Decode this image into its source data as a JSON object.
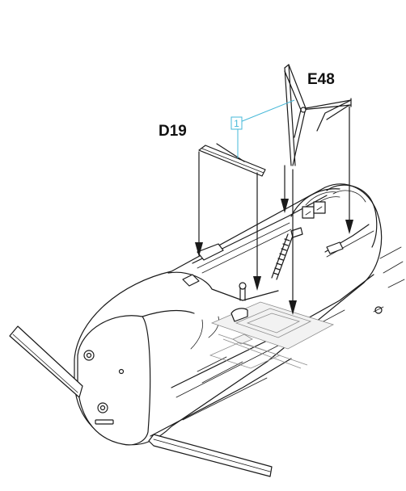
{
  "labels": {
    "part_d19": "D19",
    "part_e48": "E48",
    "callout_number": "1"
  },
  "colors": {
    "callout": "#46b8d8",
    "line": "#1a1a1a",
    "ghost": "#8c8c8c"
  }
}
